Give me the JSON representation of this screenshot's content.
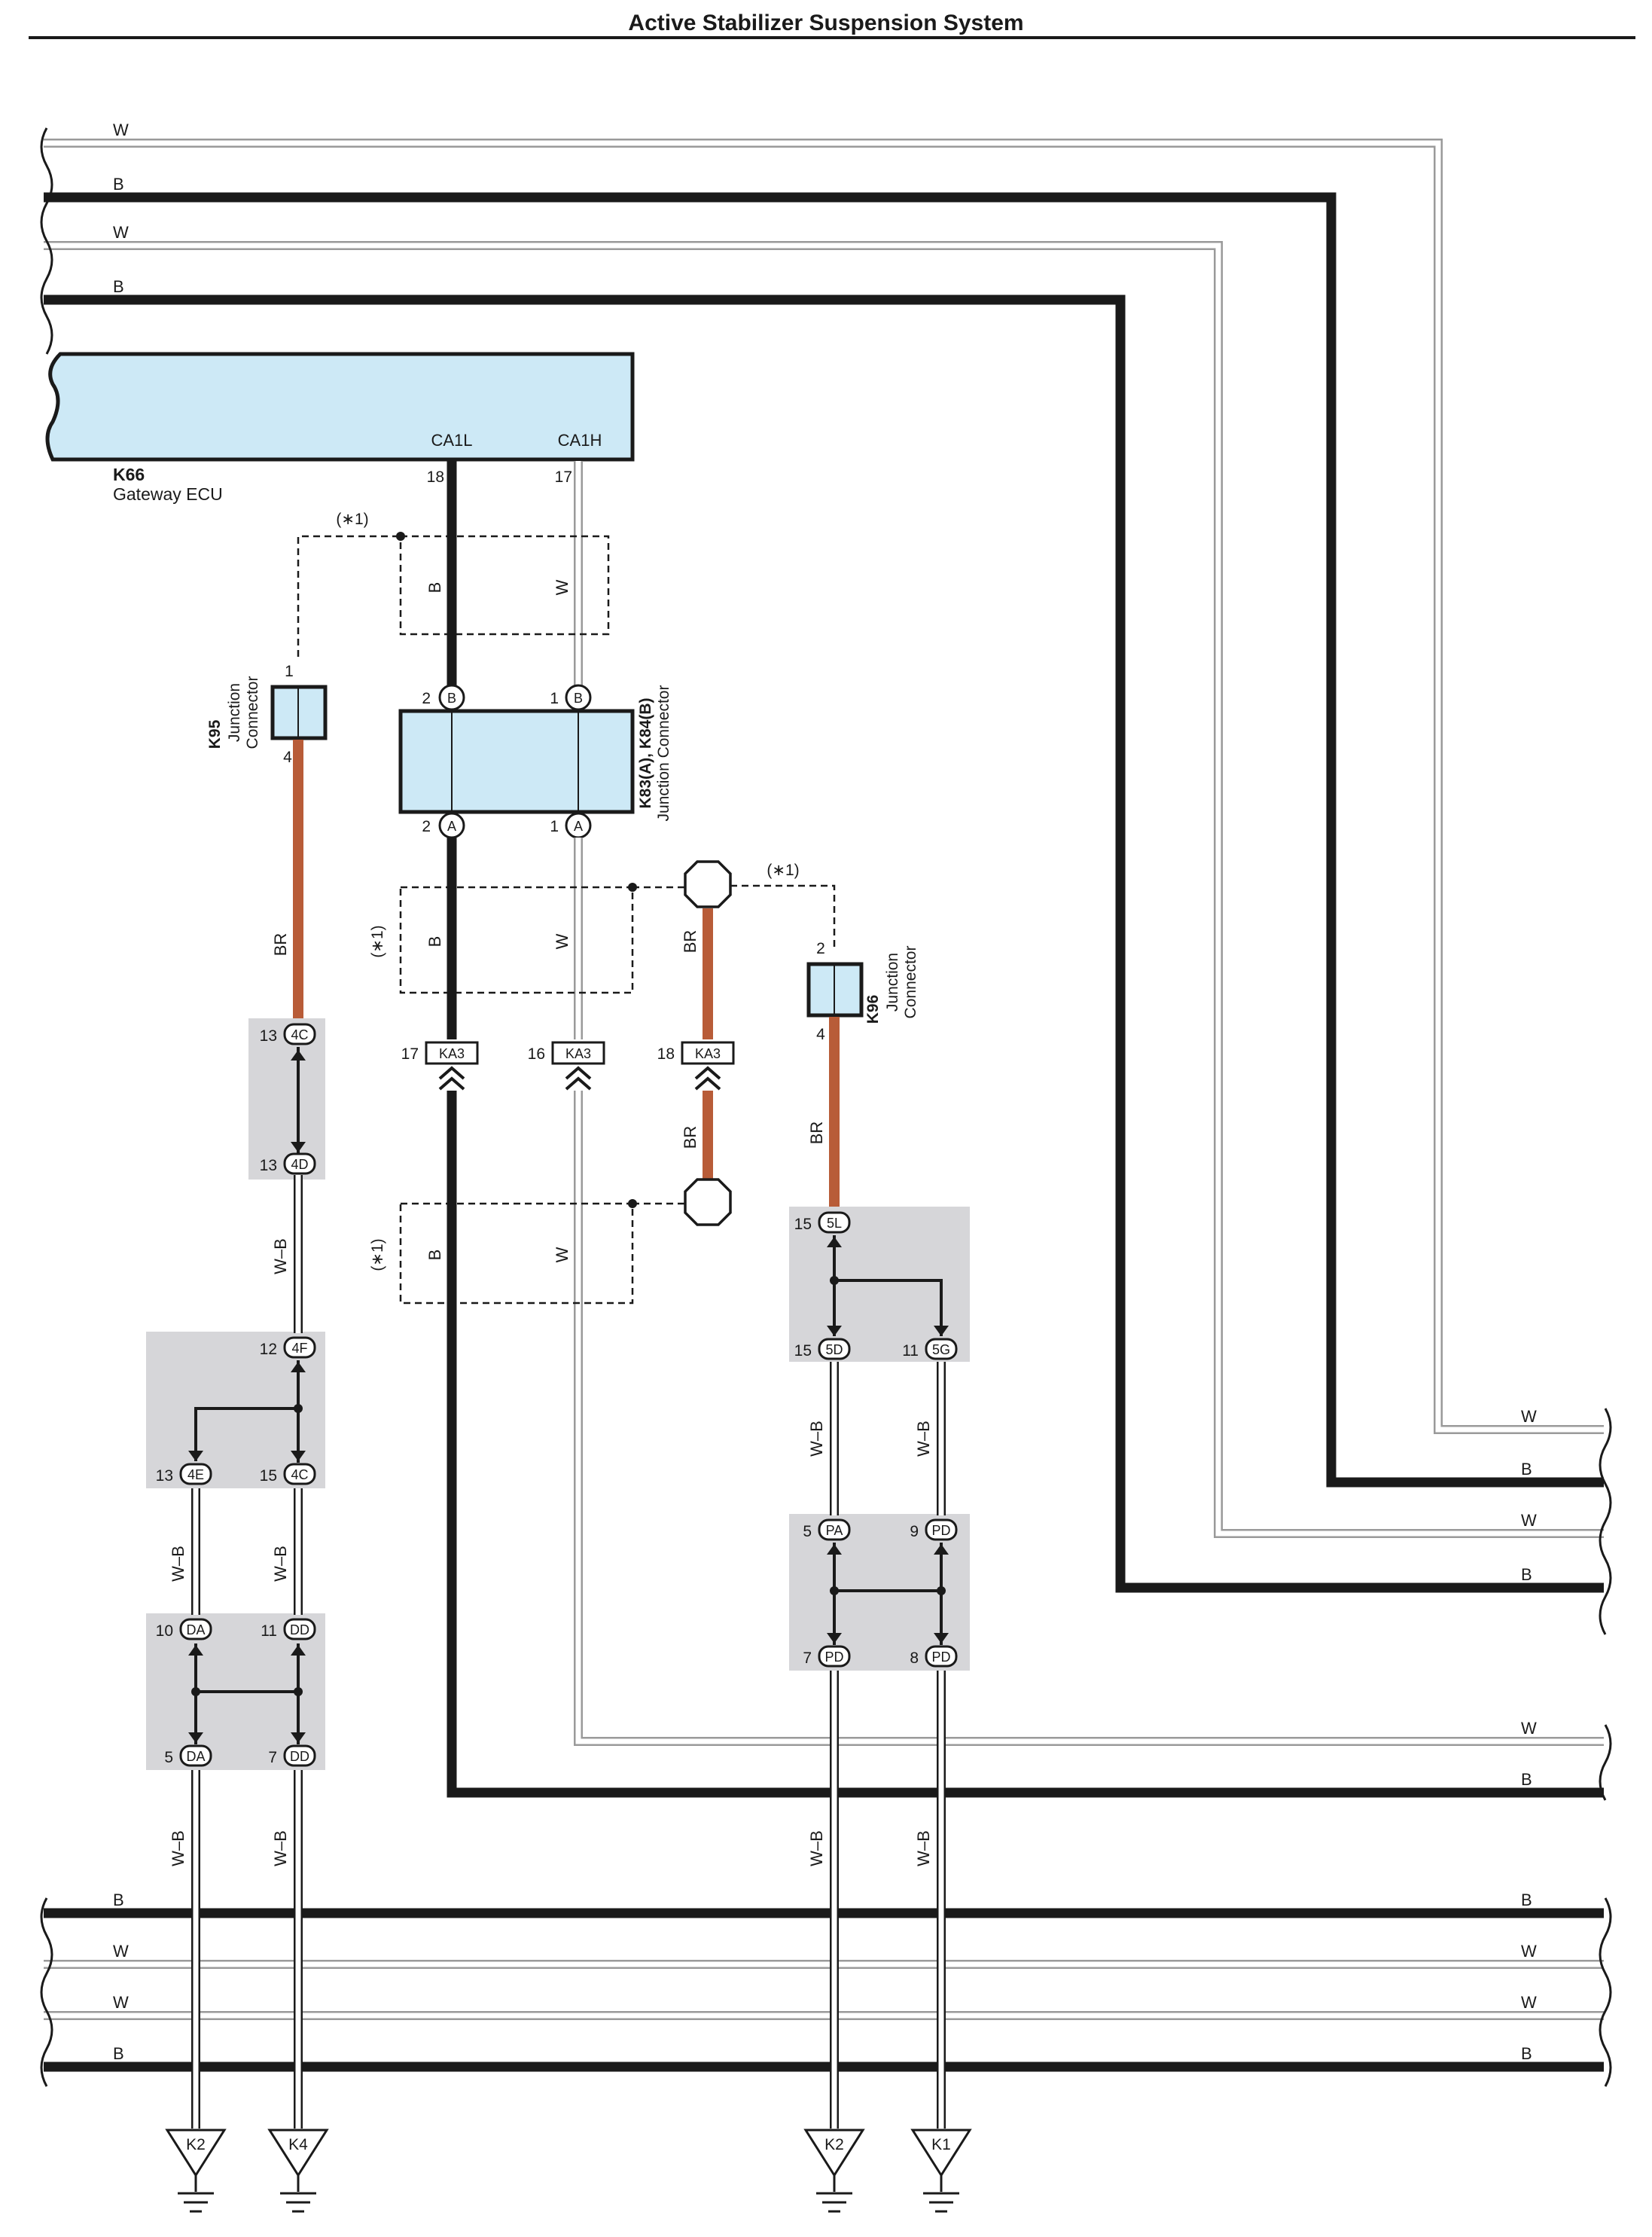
{
  "title": "Active Stabilizer Suspension System",
  "colors": {
    "black_wire": "#1a1a1a",
    "white_wire": "#9a9a9a",
    "brown_wire": "#b85c38",
    "component_fill": "#cde9f6",
    "splice_fill": "#d6d6d9"
  },
  "wire_labels": {
    "W": "W",
    "B": "B",
    "BR": "BR",
    "WB": "W–B"
  },
  "shield_note": "(∗1)",
  "ecu": {
    "code": "K66",
    "name": "Gateway ECU",
    "term_l": "CA1L",
    "term_h": "CA1H",
    "pin_l": "18",
    "pin_h": "17"
  },
  "k95": {
    "code": "K95",
    "name1": "Junction",
    "name2": "Connector",
    "pin_top": "1",
    "pin_bottom": "4"
  },
  "k83": {
    "code": "K83(A), K84(B)",
    "name": "Junction Connector",
    "pin_2": "2",
    "pin_1": "1",
    "circ_b": "B",
    "circ_a": "A"
  },
  "k96": {
    "code": "K96",
    "name1": "Junction",
    "name2": "Connector",
    "pin_top": "2",
    "pin_bottom": "4"
  },
  "ka3": {
    "label": "KA3",
    "pin_17": "17",
    "pin_16": "16",
    "pin_18": "18"
  },
  "splices": {
    "c4c_a": {
      "pin": "13",
      "label": "4C"
    },
    "c4d": {
      "pin": "13",
      "label": "4D"
    },
    "c4f": {
      "pin": "12",
      "label": "4F"
    },
    "c4e": {
      "pin": "13",
      "label": "4E"
    },
    "c4c_b": {
      "pin": "15",
      "label": "4C"
    },
    "cda_a": {
      "pin": "10",
      "label": "DA"
    },
    "cdd_a": {
      "pin": "11",
      "label": "DD"
    },
    "cda_b": {
      "pin": "5",
      "label": "DA"
    },
    "cdd_b": {
      "pin": "7",
      "label": "DD"
    },
    "c5l": {
      "pin": "15",
      "label": "5L"
    },
    "c5d": {
      "pin": "15",
      "label": "5D"
    },
    "c5g": {
      "pin": "11",
      "label": "5G"
    },
    "cpa": {
      "pin": "5",
      "label": "PA"
    },
    "cpd_a": {
      "pin": "9",
      "label": "PD"
    },
    "cpd_b": {
      "pin": "7",
      "label": "PD"
    },
    "cpd_c": {
      "pin": "8",
      "label": "PD"
    }
  },
  "grounds": [
    "K2",
    "K4",
    "K2",
    "K1"
  ]
}
